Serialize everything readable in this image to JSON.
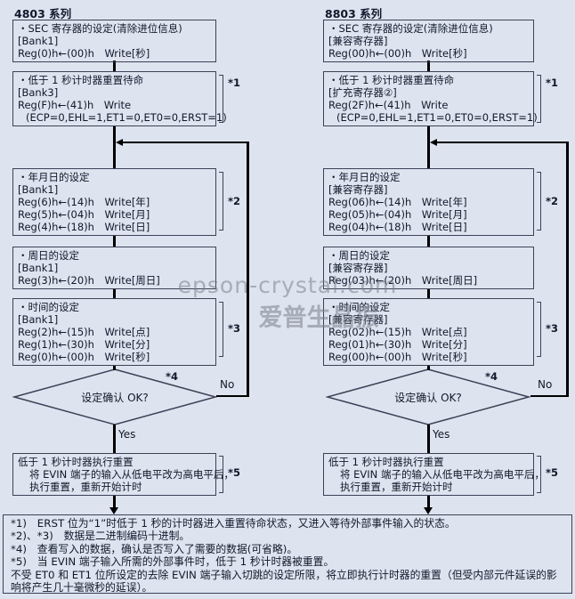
{
  "colors": {
    "background": "#dde4ef",
    "box_border": "#3c4257",
    "connector_line": "#000000",
    "text": "#10182b",
    "watermark": "#7a808a"
  },
  "watermark": {
    "line1": "epson-crystal.com",
    "line2": "爱普生晶振"
  },
  "left": {
    "title": "4803 系列",
    "sec": {
      "l1": "・SEC 寄存器的设定(清除进位信息)",
      "l2": "[Bank1]",
      "l3": "Reg(0)h←(00)h　Write[秒]"
    },
    "standby": {
      "l1": "・低于 1 秒计时器重置待命",
      "l2": "[Bank3]",
      "l3": "Reg(F)h←(41)h　Write",
      "l4": "(ECP=0,EHL=1,ET1=0,ET0=0,ERST=1)",
      "note": "*1"
    },
    "date": {
      "l1": "・年月日的设定",
      "l2": "[Bank1]",
      "l3": "Reg(6)h←(14)h　Write[年]",
      "l4": "Reg(5)h←(04)h　Write[月]",
      "l5": "Reg(4)h←(18)h　Write[日]",
      "note": "*2"
    },
    "weekday": {
      "l1": "・周日的设定",
      "l2": "[Bank1]",
      "l3": "Reg(3)h←(20)h　Write[周日]"
    },
    "time": {
      "l1": "・时间的设定",
      "l2": "[Bank1]",
      "l3": "Reg(2)h←(15)h　Write[点]",
      "l4": "Reg(1)h←(30)h　Write[分]",
      "l5": "Reg(0)h←(00)h　Write[秒]",
      "note": "*3"
    },
    "decision": {
      "label": "设定确认 OK?",
      "note": "*4",
      "no": "No",
      "yes": "Yes"
    },
    "reset": {
      "l1": "低于 1 秒计时器执行重置",
      "l2": "将 EVIN 端子的输入从低电平改为高电平后，",
      "l3": "执行重置，重新开始计时",
      "note": "*5"
    }
  },
  "right": {
    "title": "8803 系列",
    "sec": {
      "l1": "・SEC 寄存器的设定(清除进位信息)",
      "l2": "[兼容寄存器]",
      "l3": "Reg(00)h←(00)h　Write[秒]"
    },
    "standby": {
      "l1": "・低于 1 秒计时器重置待命",
      "l2": "[扩充寄存器②]",
      "l3": "Reg(2F)h←(41)h　Write",
      "l4": "(ECP=0,EHL=1,ET1=0,ET0=0,ERST=1)",
      "note": "*1"
    },
    "date": {
      "l1": "・年月日的设定",
      "l2": "[兼容寄存器]",
      "l3": "Reg(06)h←(14)h　Write[年]",
      "l4": "Reg(05)h←(04)h　Write[月]",
      "l5": "Reg(04)h←(18)h　Write[日]",
      "note": "*2"
    },
    "weekday": {
      "l1": "・周日的设定",
      "l2": "[兼容寄存器]",
      "l3": "Reg(03)h←(20)h　Write[周日]"
    },
    "time": {
      "l1": "・时间的设定",
      "l2": "[兼容寄存器]",
      "l3": "Reg(02)h←(15)h　Write[点]",
      "l4": "Reg(01)h←(30)h　Write[分]",
      "l5": "Reg(00)h←(00)h　Write[秒]",
      "note": "*3"
    },
    "decision": {
      "label": "设定确认 OK?",
      "note": "*4",
      "no": "No",
      "yes": "Yes"
    },
    "reset": {
      "l1": "低于 1 秒计时器执行重置",
      "l2": "将 EVIN 端子的输入从低电平改为高电平后，",
      "l3": "执行重置，重新开始计时",
      "note": "*5"
    }
  },
  "footnotes": {
    "l1": "*1)　ERST 位为“1”时低于 1 秒的计时器进入重置待命状态，又进入等待外部事件输入的状态。",
    "l2": "*2)、*3)　数据是二进制编码十进制。",
    "l3": "*4)　查看写入的数据，确认是否写入了需要的数据(可省略)。",
    "l4": "*5)　当 EVIN 端子输入所需的外部事件时，低于 1 秒计时器被重置。",
    "l5": "不受 ET0 和 ET1 位所设定的去除 EVIN 端子输入切跳的设定所限，将立即执行计时器的重置（但受内部元件延误的影响将产生几十毫微秒的延误）。"
  }
}
